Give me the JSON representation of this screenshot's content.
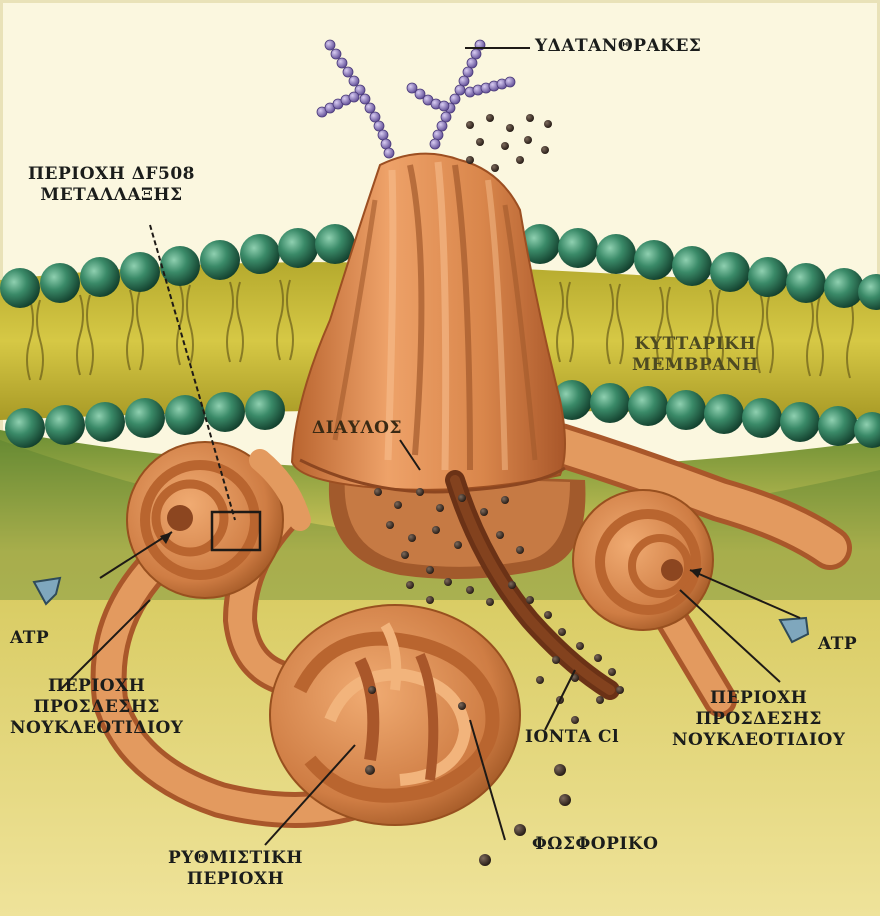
{
  "labels": {
    "carbohydrates": "ΥΔΑΤΑΝΘΡΑΚΕΣ",
    "df508_line1": "ΠΕΡΙΟΧΗ ΔF508",
    "df508_line2": "ΜΕΤΑΛΛΑΞΗΣ",
    "membrane_line1": "ΚΥΤΤΑΡΙΚΗ",
    "membrane_line2": "ΜΕΜΒΡΑΝΗ",
    "channel": "ΔΙΑΥΛΟΣ",
    "atp_left": "ATP",
    "atp_right": "ATP",
    "nbd_left_line1": "ΠΕΡΙΟΧΗ",
    "nbd_left_line2": "ΠΡΟΣΔΕΣΗΣ",
    "nbd_left_line3": "ΝΟΥΚΛΕΟΤΙΔΙΟΥ",
    "nbd_right_line1": "ΠΕΡΙΟΧΗ",
    "nbd_right_line2": "ΠΡΟΣΔΕΣΗΣ",
    "nbd_right_line3": "ΝΟΥΚΛΕΟΤΙΔΙΟΥ",
    "chloride_ions": "ΙΟΝΤΑ Cl",
    "regulatory_line1": "ΡΥΘΜΙΣΤΙΚΗ",
    "regulatory_line2": "ΠΕΡΙΟΧΗ",
    "phosphate": "ΦΩΣΦΟΡΙΚΟ"
  },
  "colors": {
    "background": "#fbf7df",
    "membrane_core": "#c9bb3c",
    "lipid_head": "#2e7c5e",
    "protein": "#d98a4e",
    "protein_shadow": "#a9582a",
    "glycan": "#8e7bc4",
    "ion": "#3b2a22",
    "atp": "#7fa7bd",
    "cytoplasm": "#d7c85a"
  }
}
